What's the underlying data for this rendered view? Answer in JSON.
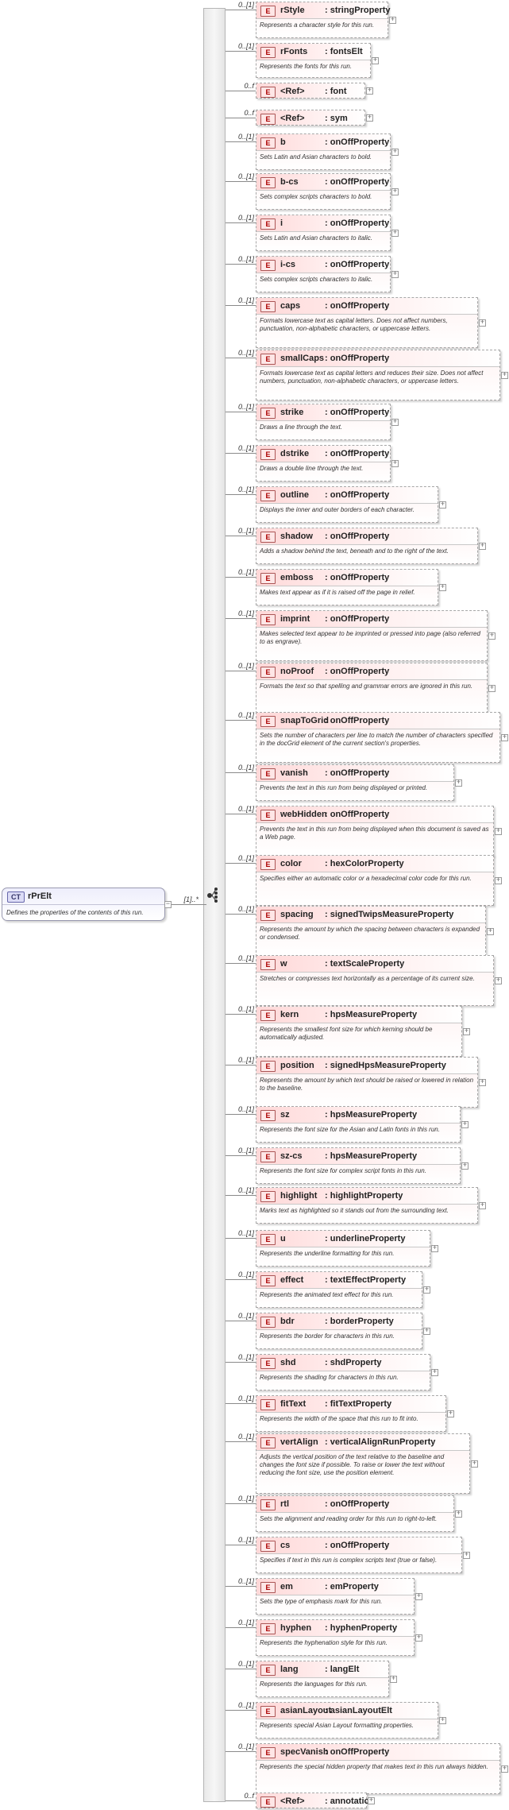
{
  "root": {
    "badge": "CT",
    "name": "rPrElt",
    "doc": "Defines the properties of the contents of this run.",
    "multiplicity": "[1]..*"
  },
  "elements": [
    {
      "name": "rStyle",
      "type": ": stringProperty",
      "mult": "0..[1]",
      "doc": "Represents a character style for this run."
    },
    {
      "name": "rFonts",
      "type": ": fontsElt",
      "mult": "0..[1]",
      "doc": "Represents the fonts for this run."
    },
    {
      "name": "<Ref>",
      "type": ": font",
      "mult": "0..f",
      "doc": ""
    },
    {
      "name": "<Ref>",
      "type": ": sym",
      "mult": "0..f",
      "doc": ""
    },
    {
      "name": "b",
      "type": ": onOffProperty",
      "mult": "0..[1]",
      "doc": "Sets Latin and Asian characters to bold."
    },
    {
      "name": "b-cs",
      "type": ": onOffProperty",
      "mult": "0..[1]",
      "doc": "Sets complex scripts characters to bold."
    },
    {
      "name": "i",
      "type": ": onOffProperty",
      "mult": "0..[1]",
      "doc": "Sets Latin and Asian characters to italic."
    },
    {
      "name": "i-cs",
      "type": ": onOffProperty",
      "mult": "0..[1]",
      "doc": "Sets complex scripts characters to italic."
    },
    {
      "name": "caps",
      "type": ": onOffProperty",
      "mult": "0..[1]",
      "doc": "Formats lowercase text as capital letters. Does not affect numbers, punctuation, non-alphabetic characters, or uppercase letters."
    },
    {
      "name": "smallCaps",
      "type": ": onOffProperty",
      "mult": "0..[1]",
      "doc": "Formats lowercase text as capital letters and reduces their size. Does not affect numbers, punctuation, non-alphabetic characters, or uppercase letters."
    },
    {
      "name": "strike",
      "type": ": onOffProperty",
      "mult": "0..[1]",
      "doc": "Draws a line through the text."
    },
    {
      "name": "dstrike",
      "type": ": onOffProperty",
      "mult": "0..[1]",
      "doc": "Draws a double line through the text."
    },
    {
      "name": "outline",
      "type": ": onOffProperty",
      "mult": "0..[1]",
      "doc": "Displays the inner and outer borders of each character."
    },
    {
      "name": "shadow",
      "type": ": onOffProperty",
      "mult": "0..[1]",
      "doc": "Adds a shadow behind the text, beneath and to the right of the text."
    },
    {
      "name": "emboss",
      "type": ": onOffProperty",
      "mult": "0..[1]",
      "doc": "Makes text appear as if it is raised off the page in relief."
    },
    {
      "name": "imprint",
      "type": ": onOffProperty",
      "mult": "0..[1]",
      "doc": "Makes selected text appear to be imprinted or pressed into page (also referred to as engrave)."
    },
    {
      "name": "noProof",
      "type": ": onOffProperty",
      "mult": "0..[1]",
      "doc": "Formats the text so that spelling and grammar errors are ignored in this run."
    },
    {
      "name": "snapToGrid",
      "type": ": onOffProperty",
      "mult": "0..[1]",
      "doc": "Sets the number of characters per line to match the number of characters specified in the docGrid element of the  current section's properties."
    },
    {
      "name": "vanish",
      "type": ": onOffProperty",
      "mult": "0..[1]",
      "doc": "Prevents the text in this run from being displayed or printed."
    },
    {
      "name": "webHidden",
      "type": ": onOffProperty",
      "mult": "0..[1]",
      "doc": "Prevents the text in this run from being displayed when this document is saved as a Web page."
    },
    {
      "name": "color",
      "type": ": hexColorProperty",
      "mult": "0..[1]",
      "doc": "Specifies either an automatic color or a hexadecimal color code for this run."
    },
    {
      "name": "spacing",
      "type": ": signedTwipsMeasureProperty",
      "mult": "0..[1]",
      "doc": "Represents the amount by which the spacing between characters is expanded or condensed."
    },
    {
      "name": "w",
      "type": ": textScaleProperty",
      "mult": "0..[1]",
      "doc": "Stretches or compresses text horizontally as a percentage of its current size."
    },
    {
      "name": "kern",
      "type": ": hpsMeasureProperty",
      "mult": "0..[1]",
      "doc": "Represents the smallest font size for which kerning should be automatically adjusted."
    },
    {
      "name": "position",
      "type": ": signedHpsMeasureProperty",
      "mult": "0..[1]",
      "doc": "Represents the amount by which text should be raised or lowered in relation to the baseline."
    },
    {
      "name": "sz",
      "type": ": hpsMeasureProperty",
      "mult": "0..[1]",
      "doc": "Represents the font size for the Asian and Latin fonts in this run."
    },
    {
      "name": "sz-cs",
      "type": ": hpsMeasureProperty",
      "mult": "0..[1]",
      "doc": "Represents the font size for complex script fonts in this run."
    },
    {
      "name": "highlight",
      "type": ": highlightProperty",
      "mult": "0..[1]",
      "doc": "Marks text as highlighted so it stands out from the surrounding text."
    },
    {
      "name": "u",
      "type": ": underlineProperty",
      "mult": "0..[1]",
      "doc": "Represents the underline formatting for this run."
    },
    {
      "name": "effect",
      "type": ": textEffectProperty",
      "mult": "0..[1]",
      "doc": "Represents the animated text effect for this run."
    },
    {
      "name": "bdr",
      "type": ": borderProperty",
      "mult": "0..[1]",
      "doc": "Represents the border for characters in this run."
    },
    {
      "name": "shd",
      "type": ": shdProperty",
      "mult": "0..[1]",
      "doc": "Represents the shading for characters in this run."
    },
    {
      "name": "fitText",
      "type": ": fitTextProperty",
      "mult": "0..[1]",
      "doc": "Represents the width of the space that this run to fit into."
    },
    {
      "name": "vertAlign",
      "type": ": verticalAlignRunProperty",
      "mult": "0..[1]",
      "doc": "Adjusts the vertical position of the text relative to the baseline and changes the font size if possible. To raise or lower the text without reducing the font size, use the position element."
    },
    {
      "name": "rtl",
      "type": ": onOffProperty",
      "mult": "0..[1]",
      "doc": "Sets the alignment and reading order for this run to right-to-left."
    },
    {
      "name": "cs",
      "type": ": onOffProperty",
      "mult": "0..[1]",
      "doc": "Specifies if text in this run is complex scripts text (true or false)."
    },
    {
      "name": "em",
      "type": ": emProperty",
      "mult": "0..[1]",
      "doc": "Sets the type of emphasis mark for this run."
    },
    {
      "name": "hyphen",
      "type": ": hyphenProperty",
      "mult": "0..[1]",
      "doc": "Represents the hyphenation style for this run."
    },
    {
      "name": "lang",
      "type": ": langElt",
      "mult": "0..[1]",
      "doc": "Represents the languages for this run."
    },
    {
      "name": "asianLayout",
      "type": ": asianLayoutElt",
      "mult": "0..[1]",
      "doc": "Represents special Asian Layout formatting properties."
    },
    {
      "name": "specVanish",
      "type": ": onOffProperty",
      "mult": "0..[1]",
      "doc": "Represents the special hidden property that makes text in this run always hidden."
    },
    {
      "name": "<Ref>",
      "type": ": annotation",
      "mult": "0..f",
      "doc": ""
    }
  ]
}
